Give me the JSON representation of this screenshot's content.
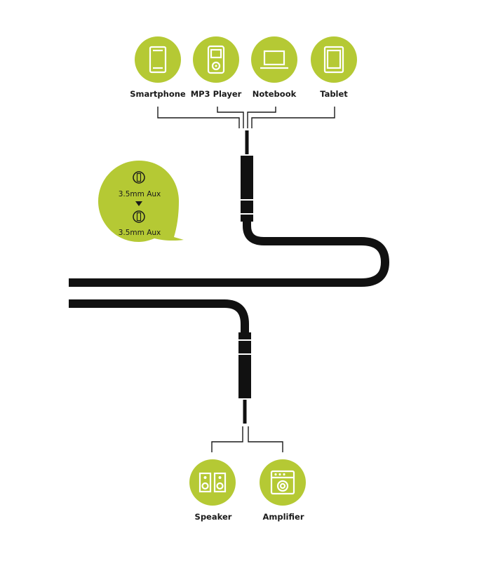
{
  "colors": {
    "accent": "#b5c934",
    "cable": "#111111",
    "text": "#1a1a1a",
    "background": "#ffffff"
  },
  "sources": [
    {
      "label": "Smartphone",
      "icon": "smartphone-icon"
    },
    {
      "label": "MP3 Player",
      "icon": "mp3-player-icon"
    },
    {
      "label": "Notebook",
      "icon": "notebook-icon"
    },
    {
      "label": "Tablet",
      "icon": "tablet-icon"
    }
  ],
  "badge": {
    "from_label": "3.5mm Aux",
    "to_label": "3.5mm Aux",
    "icon": "aux-jack-icon",
    "arrow_icon": "down-triangle-icon"
  },
  "outputs": [
    {
      "label": "Speaker",
      "icon": "speaker-icon"
    },
    {
      "label": "Amplifier",
      "icon": "amplifier-icon"
    }
  ]
}
